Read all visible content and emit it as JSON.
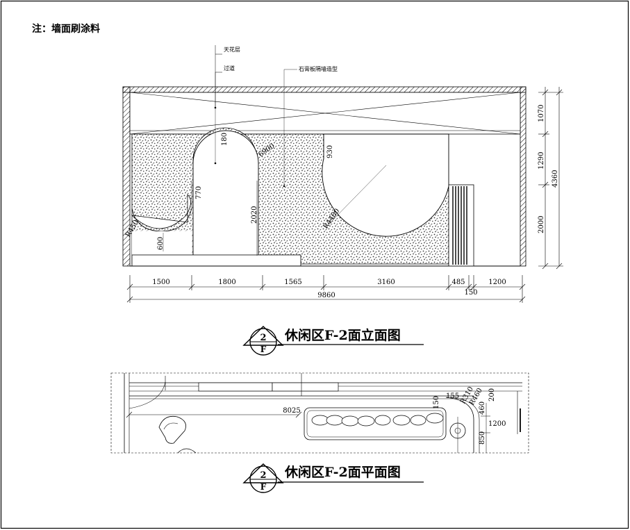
{
  "note": "注：墙面刷涂料",
  "elevation": {
    "title": "休闲区F-2面立面图",
    "symbol_top": "2",
    "symbol_bottom": "F",
    "labels": {
      "ceiling": "天花层",
      "corridor": "过道",
      "gypsum_wall": "石膏板隔墙造型"
    },
    "inner_dims": {
      "d930": "930",
      "d6900": "6900",
      "d180": "180",
      "d770": "770",
      "d2020": "2020",
      "r4480": "R4480",
      "r450": "R450",
      "d600": "600"
    },
    "right_dims": {
      "d1070": "1070",
      "d1290": "1290",
      "d2000": "2000",
      "total": "4360"
    },
    "bottom_dims": {
      "d1500": "1500",
      "d1800": "1800",
      "d1565": "1565",
      "d3160": "3160",
      "d485": "485",
      "d1200": "1200",
      "d150": "150",
      "total": "9860"
    }
  },
  "plan": {
    "title": "休闲区F-2面平面图",
    "symbol_top": "2",
    "symbol_bottom": "F",
    "dims": {
      "d8025": "8025",
      "d150": "150",
      "d155": "155",
      "r310": "R310",
      "r460": "R460",
      "d200": "200",
      "d460": "460",
      "d1200": "1200",
      "d850": "850"
    }
  }
}
